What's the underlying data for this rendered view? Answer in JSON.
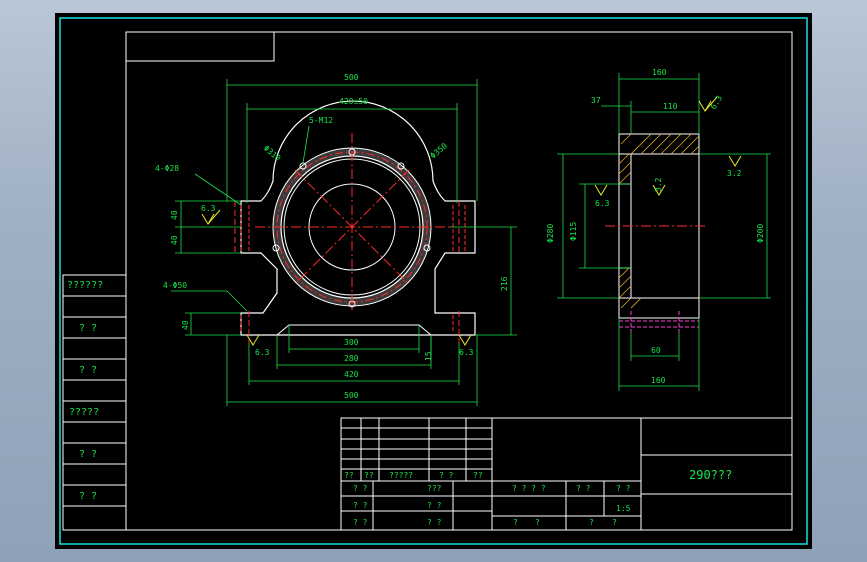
{
  "drawing": {
    "title_text": "290???",
    "colors": {
      "frame": "#19e0e0",
      "part": "#ffffff",
      "dimension": "#19e34a",
      "centerline": "#ff2a2a",
      "hidden": "#ff2a2a",
      "mark": "#e8e829",
      "text": "#19e34a",
      "tool_hidden": "#ff3bd8"
    },
    "front_view": {
      "dims": {
        "overall_top": "500",
        "inner_top": "420±50",
        "bolt_holes": "5-M12",
        "d_outer": "Φ310",
        "d_pcd": "Φ350",
        "holes_upper": "4-Φ28",
        "holes_lower": "4-Φ50",
        "h1": "40",
        "h2": "40",
        "h3": "40",
        "center_height": "216",
        "base_300": "300",
        "base_280": "280",
        "base_15": "15",
        "base_420": "420",
        "overall_bottom": "500",
        "rough_1": "6.3",
        "rough_2": "6.3",
        "rough_3": "6.3"
      }
    },
    "side_view": {
      "dims": {
        "top_width": "160",
        "top_37": "37",
        "top_110": "110",
        "d_left": "Φ280",
        "d_inner": "Φ115",
        "d_right": "Φ200",
        "bottom_60": "60",
        "bottom_160": "160",
        "rough_top": "6.3",
        "rough_a": "3.2",
        "rough_b": "6.3",
        "rough_c": "3.2"
      }
    },
    "left_table": {
      "rows": [
        "??????",
        "? ?",
        "? ?",
        "?????",
        "? ?",
        "? ?"
      ]
    },
    "title_block": {
      "row_a": [
        "??",
        "??",
        "?????",
        "? ?",
        "??"
      ],
      "row_b": [
        "? ?",
        "???"
      ],
      "row_c": [
        "? ?",
        "? ?"
      ],
      "row_d": [
        "? ?",
        "? ?"
      ],
      "mid_top": [
        "? ? ? ?",
        "? ?",
        "? ?"
      ],
      "scale": "1:5",
      "mid_bottom": [
        "?",
        "?",
        "?",
        "?"
      ]
    }
  }
}
